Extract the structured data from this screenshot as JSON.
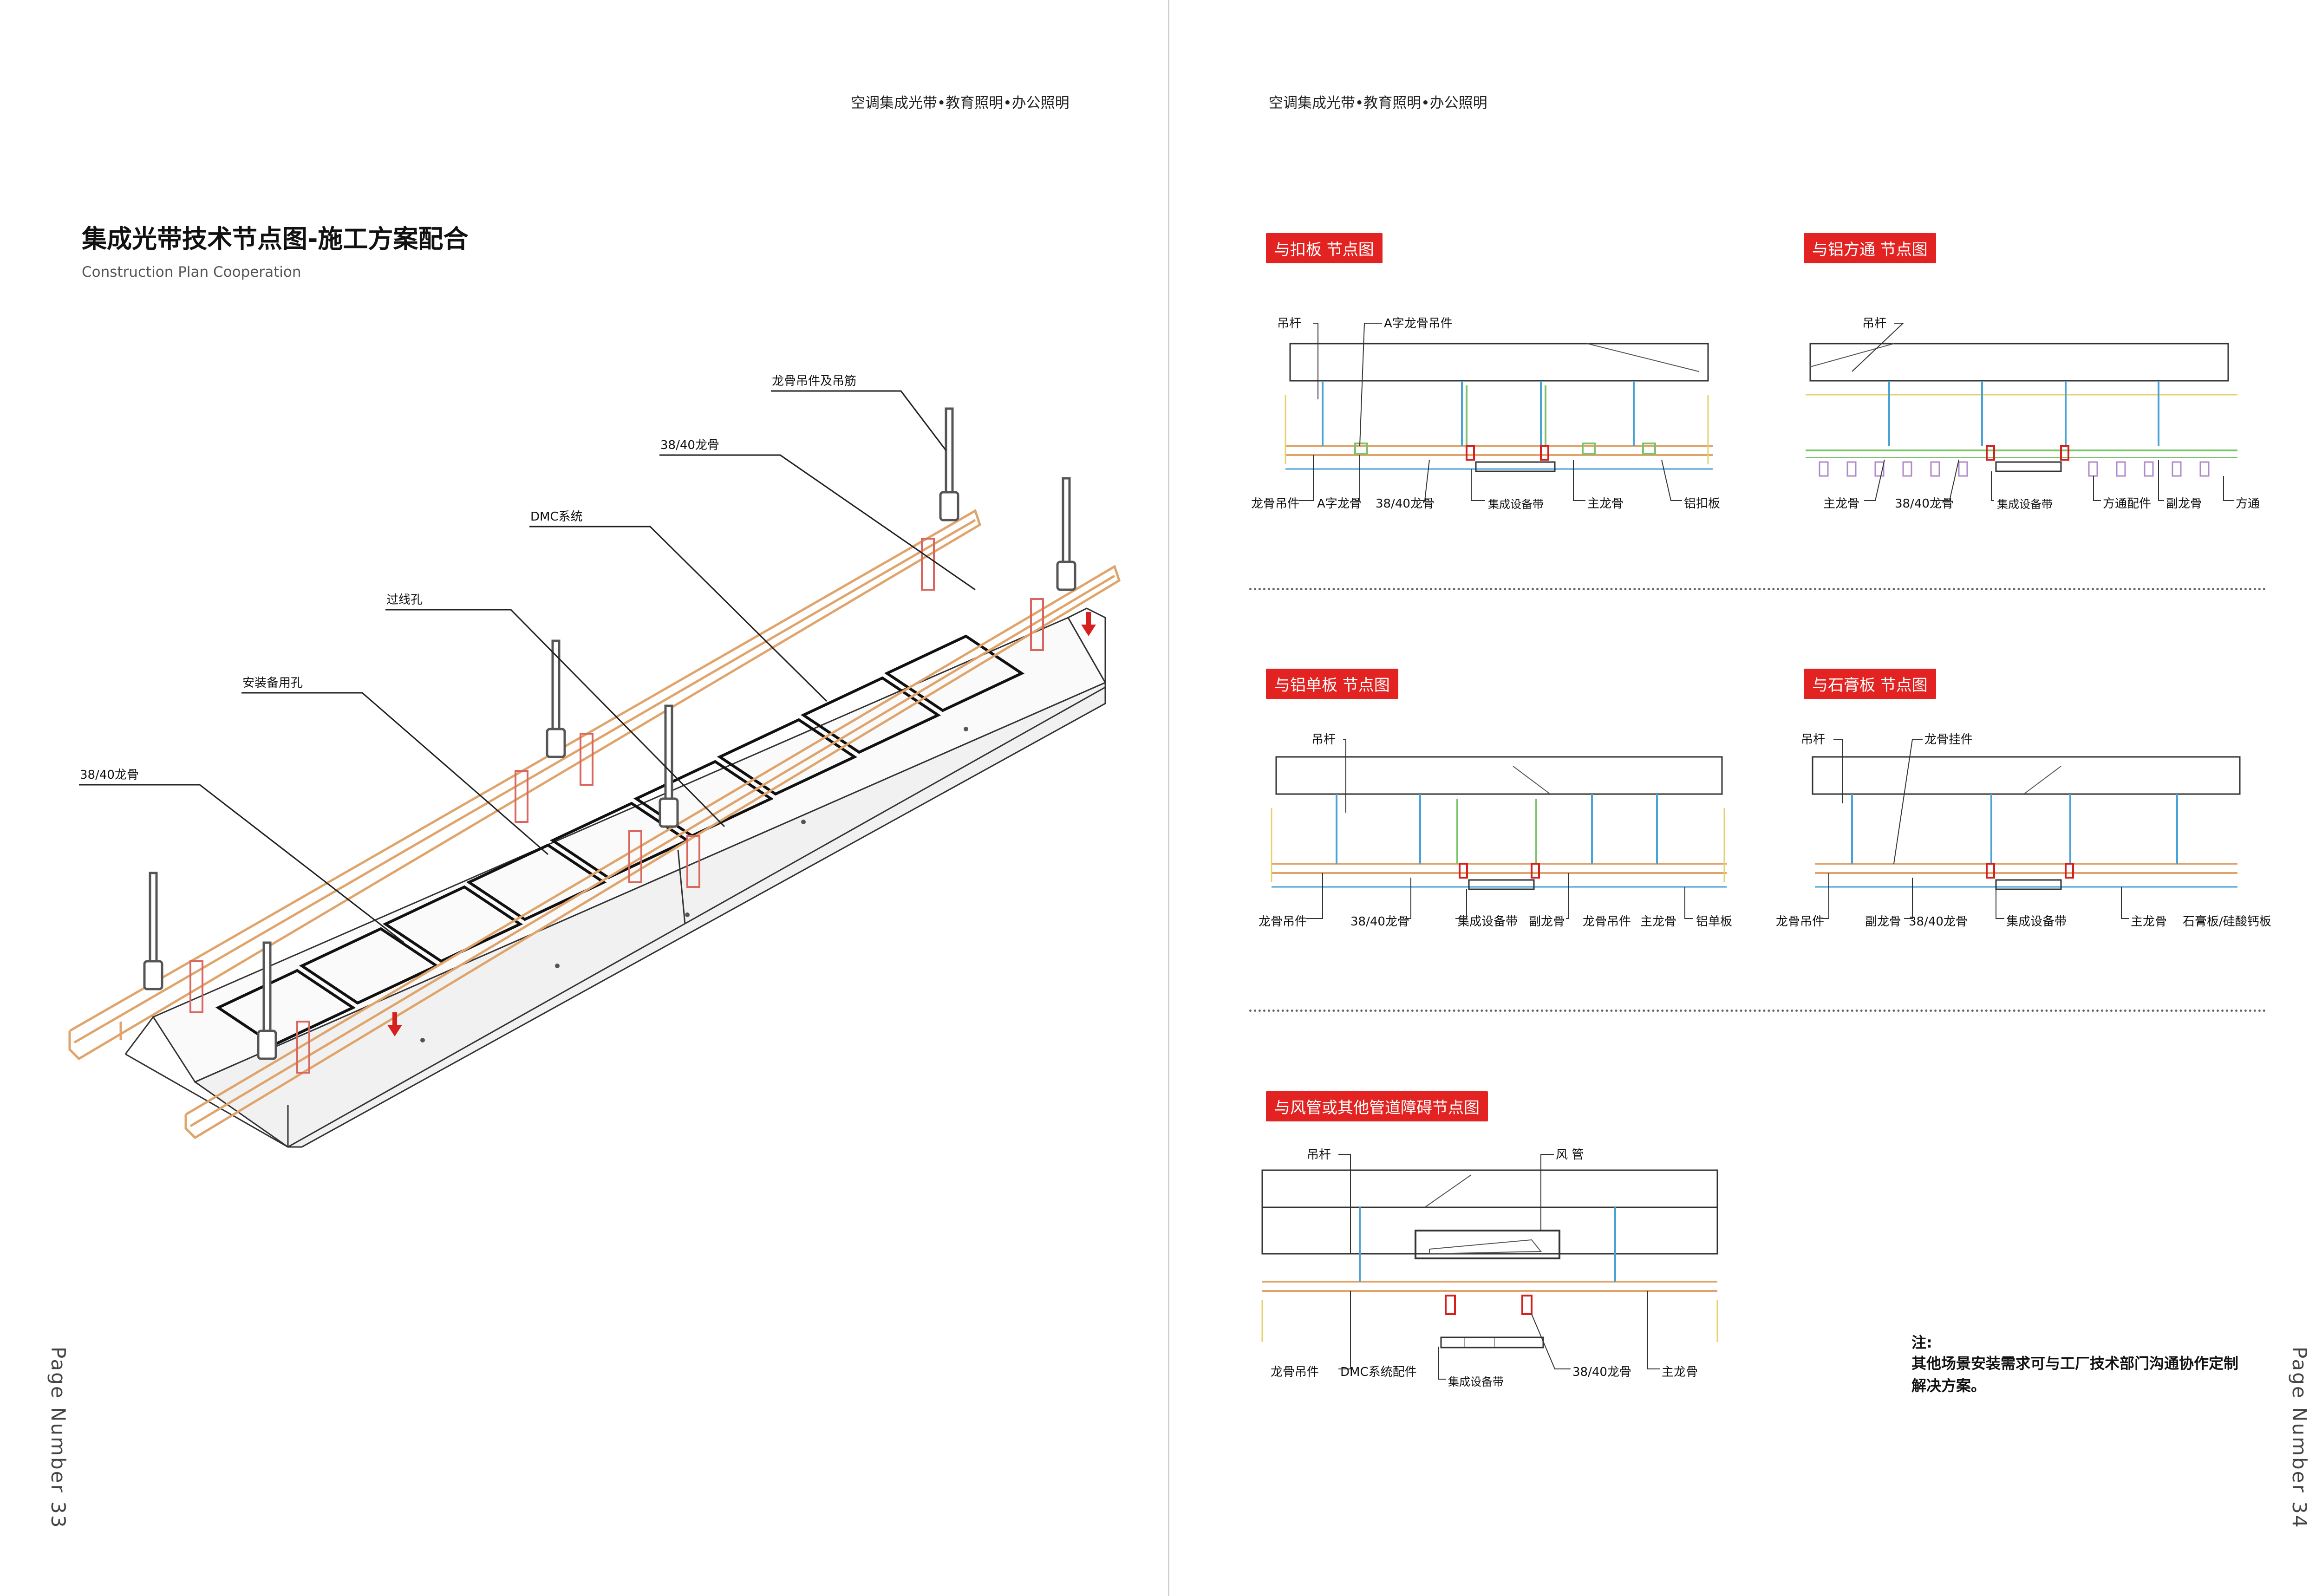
{
  "header_left": "空调集成光带•教育照明•办公照明",
  "header_right": "空调集成光带•教育照明•办公照明",
  "title": "集成光带技术节点图-施工方案配合",
  "subtitle": "Construction Plan Cooperation",
  "page_left": "Page Number  33",
  "page_right": "Page Number  34",
  "iso_labels": {
    "hanger": "龙骨吊件及吊筋",
    "keel_top": "38/40龙骨",
    "dmc": "DMC系统",
    "wire_hole": "过线孔",
    "spare_hole": "安装备用孔",
    "keel_left": "38/40龙骨"
  },
  "panels": {
    "kouban": {
      "badge": "与扣板 节点图",
      "top_labels": [
        "吊杆",
        "A字龙骨吊件"
      ],
      "bottom_labels": [
        "龙骨吊件",
        "A字龙骨",
        "38/40龙骨",
        "集成设备带",
        "主龙骨",
        "铝扣板"
      ]
    },
    "fangtong": {
      "badge": "与铝方通 节点图",
      "top_labels": [
        "吊杆"
      ],
      "bottom_labels": [
        "主龙骨",
        "38/40龙骨",
        "集成设备带",
        "方通配件",
        "副龙骨",
        "方通"
      ]
    },
    "danban": {
      "badge": "与铝单板 节点图",
      "top_labels": [
        "吊杆"
      ],
      "bottom_labels": [
        "龙骨吊件",
        "38/40龙骨",
        "集成设备带",
        "副龙骨",
        "龙骨吊件",
        "主龙骨",
        "铝单板"
      ]
    },
    "shigao": {
      "badge": "与石膏板 节点图",
      "top_labels": [
        "吊杆",
        "龙骨挂件"
      ],
      "bottom_labels": [
        "龙骨吊件",
        "副龙骨",
        "38/40龙骨",
        "集成设备带",
        "主龙骨",
        "石膏板/硅酸钙板"
      ]
    },
    "fengguan": {
      "badge": "与风管或其他管道障碍节点图",
      "top_labels": [
        "吊杆",
        "风 管"
      ],
      "bottom_labels": [
        "龙骨吊件",
        "DMC系统配件",
        "集成设备带",
        "38/40龙骨",
        "主龙骨"
      ]
    }
  },
  "note": {
    "title": "注:",
    "body": "其他场景安装需求可与工厂技术部门沟通协作定制解决方案。"
  },
  "colors": {
    "badge_red": "#e32222",
    "keel_orange": "#e0a36a",
    "rod_blue": "#4aa3d6",
    "green": "#7cc36a",
    "red_mark": "#d62020"
  }
}
